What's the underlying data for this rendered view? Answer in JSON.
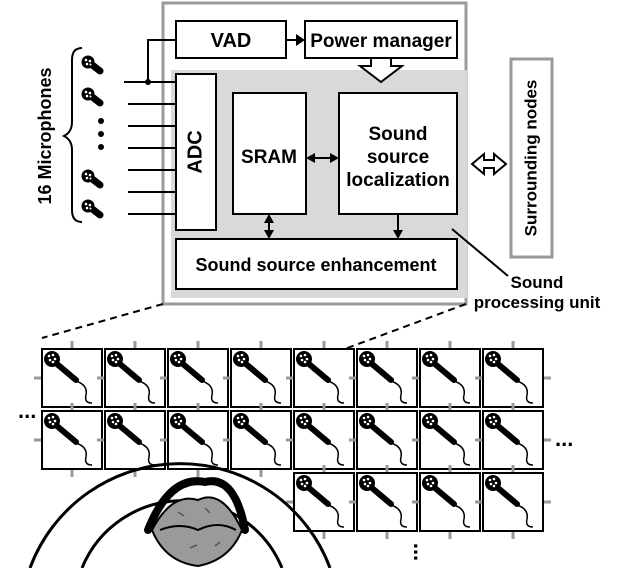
{
  "labels": {
    "vad": "VAD",
    "power_manager": "Power manager",
    "adc": "ADC",
    "sram": "SRAM",
    "ssl_line1": "Sound",
    "ssl_line2": "source",
    "ssl_line3": "localization",
    "sse": "Sound source enhancement",
    "surrounding": "Surrounding nodes",
    "microphones": "16 Microphones",
    "spu_line1": "Sound",
    "spu_line2": "processing unit",
    "dots_row1_left": "...",
    "dots_row2_right": "...",
    "dots_bottom": "..."
  },
  "mic_array": {
    "row1_nodes": 8,
    "row2_nodes": 8,
    "row3_nodes": 4
  }
}
